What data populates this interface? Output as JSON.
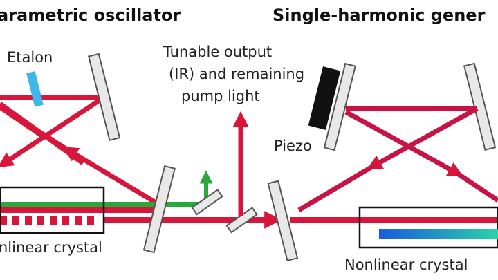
{
  "headings": {
    "left": "arametric oscillator",
    "right": "Single-harmonic gener"
  },
  "labels": {
    "etalon": "Etalon",
    "tunable_line1": "Tunable output",
    "tunable_line2": "(IR) and remaining",
    "tunable_line3": "pump light",
    "piezo": "Piezo",
    "nlc_left": "nlinear crystal",
    "nlc_right": "Nonlinear crystal"
  },
  "colors": {
    "beam_red": "#d8163c",
    "beam_dark_red": "#c81445",
    "green": "#29a83c",
    "etalon": "#3fb8e8",
    "mirror_fill": "#e8e8e8",
    "mirror_stroke": "#555555",
    "piezo": "#111111"
  }
}
